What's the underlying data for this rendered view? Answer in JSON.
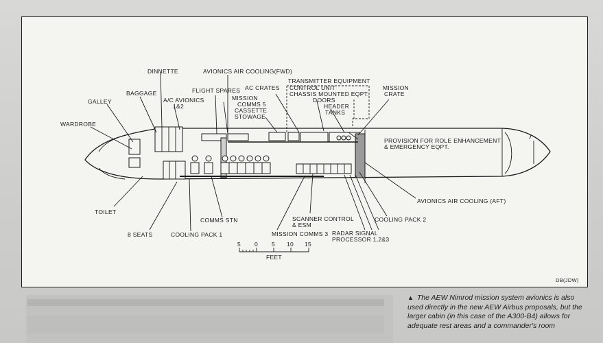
{
  "labels": {
    "dinnette": "DINNETTE",
    "avionics_cooling_fwd": "AVIONICS AIR COOLING(FWD)",
    "transmitter_equipment": "TRANSMITTER EQUIPMENT",
    "control_unit": "CONTROL UNIT",
    "chassis_mounted": "CHASSIS MOUNTED EQPT.",
    "mission_crate_1": "MISSION",
    "mission_crate_2": "CRATE",
    "baggage": "BAGGAGE",
    "flight_spares": "FLIGHT SPARES",
    "ac_crates": "AC CRATES",
    "doors": "DOORS",
    "galley": "GALLEY",
    "ac_avionics_1": "A/C AVIONICS",
    "ac_avionics_2": "1&2",
    "mission_comms5_1": "MISSION",
    "mission_comms5_2": "COMMS 5",
    "cassette_1": "CASSETTE",
    "cassette_2": "STOWAGE",
    "header_tanks_1": "HEADER",
    "header_tanks_2": "TANKS",
    "wardrobe": "WARDROBE",
    "provision_1": "PROVISION FOR ROLE ENHANCEMENT",
    "provision_2": "& EMERGENCY EQPT.",
    "avionics_cooling_aft": "AVIONICS AIR COOLING (AFT)",
    "toilet": "TOILET",
    "comms_stn": "COMMS STN",
    "scanner_control_1": "SCANNER CONTROL",
    "scanner_control_2": "& ESM",
    "cooling_pack2": "COOLING PACK 2",
    "eight_seats": "8 SEATS",
    "cooling_pack1": "COOLING PACK 1",
    "mission_comms3": "MISSION COMMS 3",
    "radar_signal_1": "RADAR SIGNAL",
    "radar_signal_2": "PROCESSOR 1,2&3",
    "credit": "DB(JDW)"
  },
  "scale": {
    "ticks": [
      "5",
      "0",
      "5",
      "10",
      "15"
    ],
    "unit": "FEET"
  },
  "caption": {
    "marker": "▲",
    "text": "The AEW Nimrod mission system avionics is also used directly in the new AEW Airbus proposals, but the larger cabin (in this case of the A300-B4) allows for adequate rest areas and a commander's room"
  }
}
